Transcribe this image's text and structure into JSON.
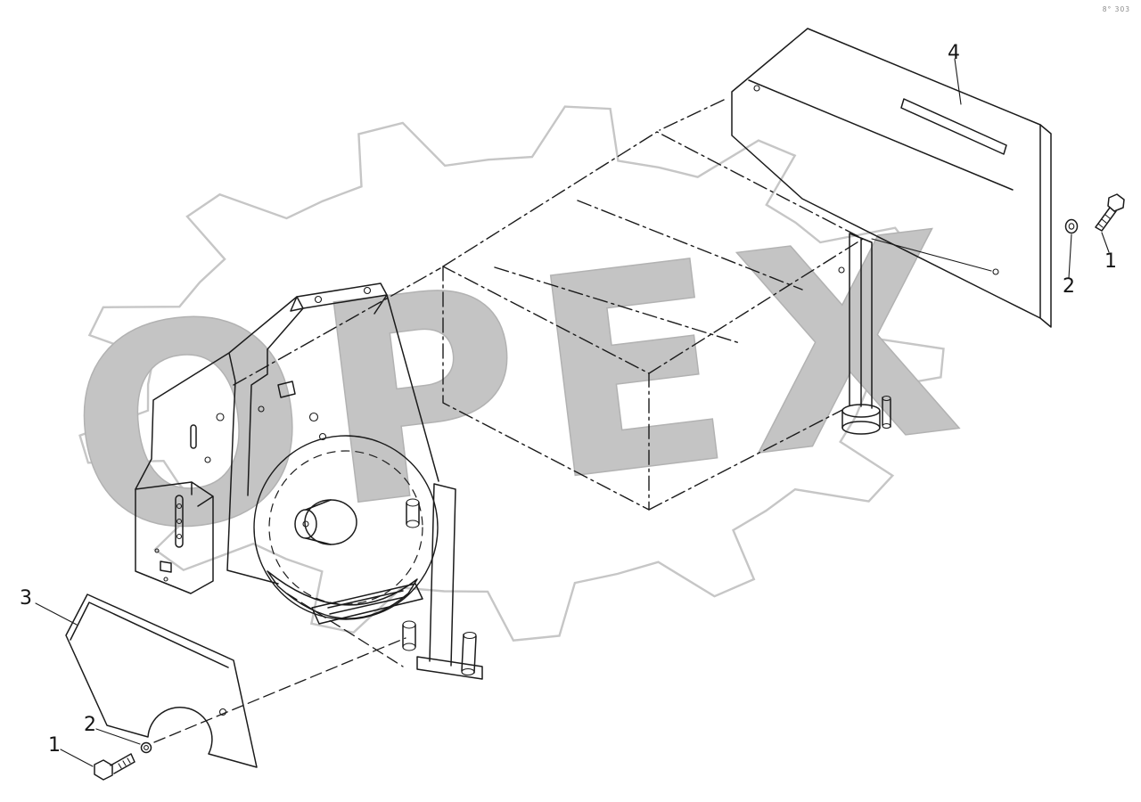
{
  "page": {
    "background": "#ffffff",
    "corner_mark": "8° 303"
  },
  "watermark": {
    "text": "OPEX",
    "text_color": "#c4c4c4",
    "outline_color": "#b2b2b2",
    "gear_color": "#c6c6c6"
  },
  "drawing": {
    "line_color": "#1b1b1b",
    "type": "exploded-parts-diagram"
  },
  "callouts": [
    {
      "part": "cover-panel",
      "label": "4"
    },
    {
      "part": "washer-right",
      "label": "2"
    },
    {
      "part": "screw-right",
      "label": "1"
    },
    {
      "part": "guard-plate",
      "label": "3"
    },
    {
      "part": "washer-left",
      "label": "2"
    },
    {
      "part": "screw-left",
      "label": "1"
    }
  ]
}
